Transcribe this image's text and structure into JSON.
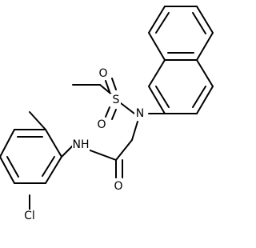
{
  "labels": {
    "s": "S",
    "o_upper": "O",
    "o_lower": "O",
    "n_sulfonamide": "N",
    "nh": "NH",
    "o_carbonyl": "O",
    "cl": "Cl"
  },
  "colors": {
    "bond": "#000000",
    "background": "#ffffff"
  }
}
